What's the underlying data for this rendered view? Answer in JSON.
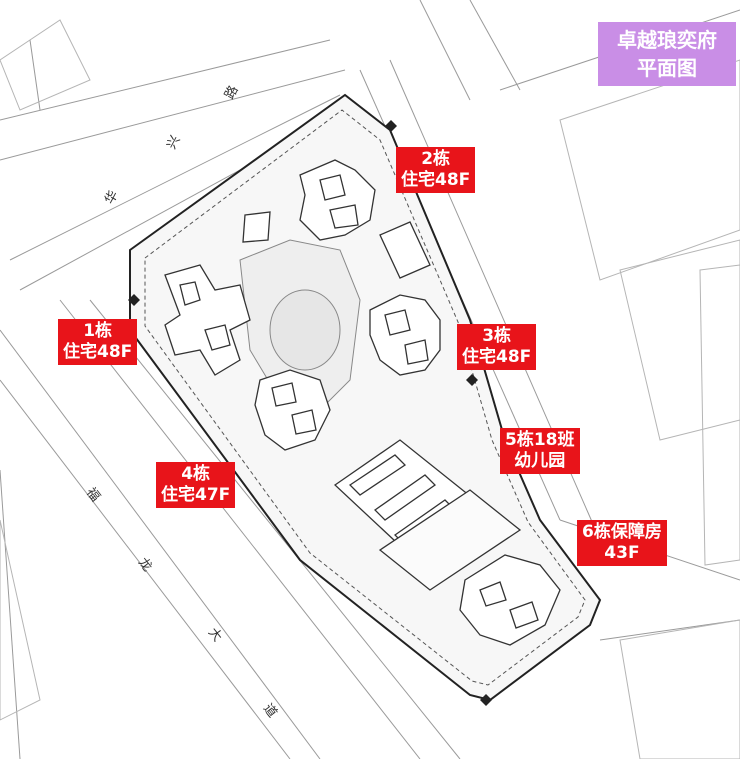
{
  "title": {
    "line1": "卓越琅奕府",
    "line2": "平面图",
    "bg_color": "#c98ee6"
  },
  "label_color": "#e8141a",
  "buildings": [
    {
      "id": "b1",
      "line1": "1栋",
      "line2": "住宅48F"
    },
    {
      "id": "b2",
      "line1": "2栋",
      "line2": "住宅48F"
    },
    {
      "id": "b3",
      "line1": "3栋",
      "line2": "住宅48F"
    },
    {
      "id": "b4",
      "line1": "4栋",
      "line2": "住宅47F"
    },
    {
      "id": "b5",
      "line1": "5栋18班",
      "line2": "幼儿园"
    },
    {
      "id": "b6",
      "line1": "6栋保障房",
      "line2": "43F"
    }
  ],
  "roads": {
    "north": [
      "华",
      "兴",
      "路"
    ],
    "southwest": [
      "福",
      "龙",
      "大",
      "道"
    ]
  }
}
